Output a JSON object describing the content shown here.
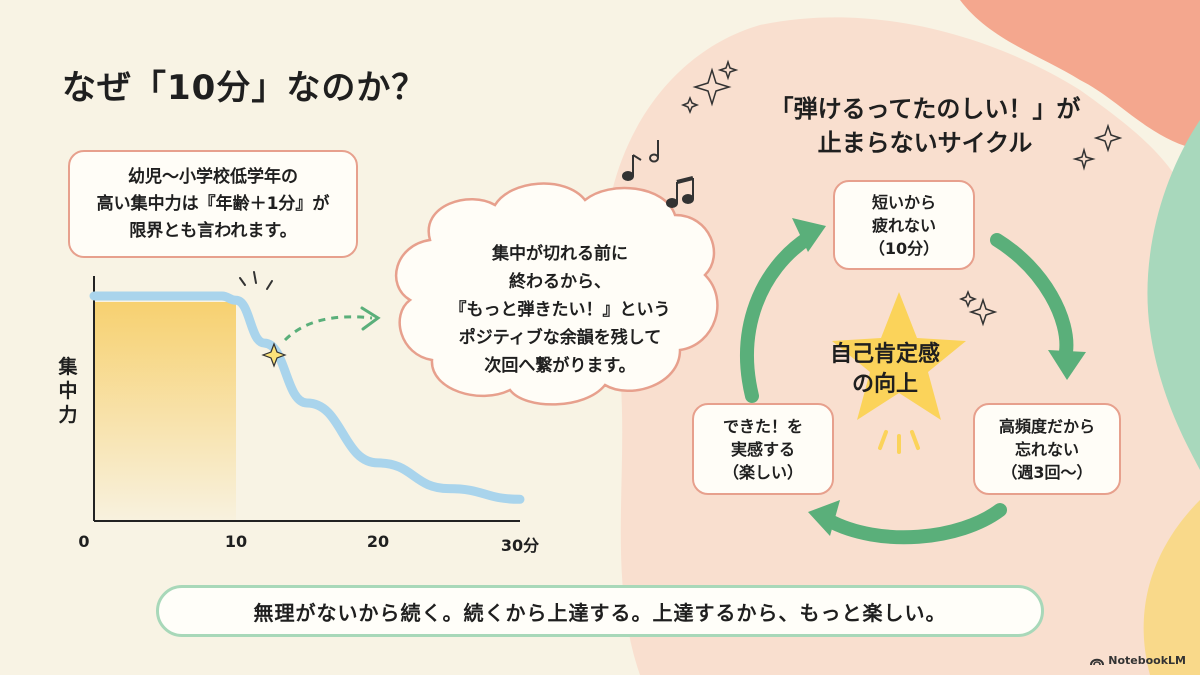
{
  "title": "なぜ「10分」なのか？",
  "note": {
    "line1": "幼児〜小学校低学年の",
    "line2": "高い集中力は『年齢＋1分』が",
    "line3": "限界とも言われます。"
  },
  "chart_data": {
    "type": "line",
    "ylabel": "集中力",
    "xticks": [
      "0",
      "10",
      "20",
      "30分"
    ],
    "xlim": [
      0,
      30
    ],
    "ylim": [
      0,
      1
    ],
    "series": [
      {
        "x": [
          0,
          9,
          10,
          12,
          15,
          20,
          25,
          30
        ],
        "y": [
          1.0,
          1.0,
          0.98,
          0.78,
          0.5,
          0.22,
          0.1,
          0.05
        ]
      }
    ],
    "highlight_range": [
      0,
      10
    ]
  },
  "cloud": {
    "line1": "集中が切れる前に",
    "line2": "終わるから、",
    "line3": "『もっと弾きたい！』という",
    "line4": "ポジティブな余韻を残して",
    "line5": "次回へ繋がります。"
  },
  "cycle": {
    "title_line1": "「弾けるってたのしい！」が",
    "title_line2": "止まらないサイクル",
    "center_line1": "自己肯定感",
    "center_line2": "の向上",
    "nodes": [
      {
        "l1": "短いから",
        "l2": "疲れない",
        "l3": "（10分）"
      },
      {
        "l1": "高頻度だから",
        "l2": "忘れない",
        "l3": "（週3回〜）"
      },
      {
        "l1": "できた！を",
        "l2": "実感する",
        "l3": "（楽しい）"
      }
    ]
  },
  "bottom": "無理がないから続く。続くから上達する。上達するから、もっと楽しい。",
  "brand": "NotebookLM",
  "colors": {
    "accent_border": "#e7a08d",
    "curve": "#a9d4ec",
    "fill": "#f7d47a",
    "arrow": "#5aaf7a",
    "star": "#fbd35a",
    "bar_border": "#a8d8b9"
  }
}
